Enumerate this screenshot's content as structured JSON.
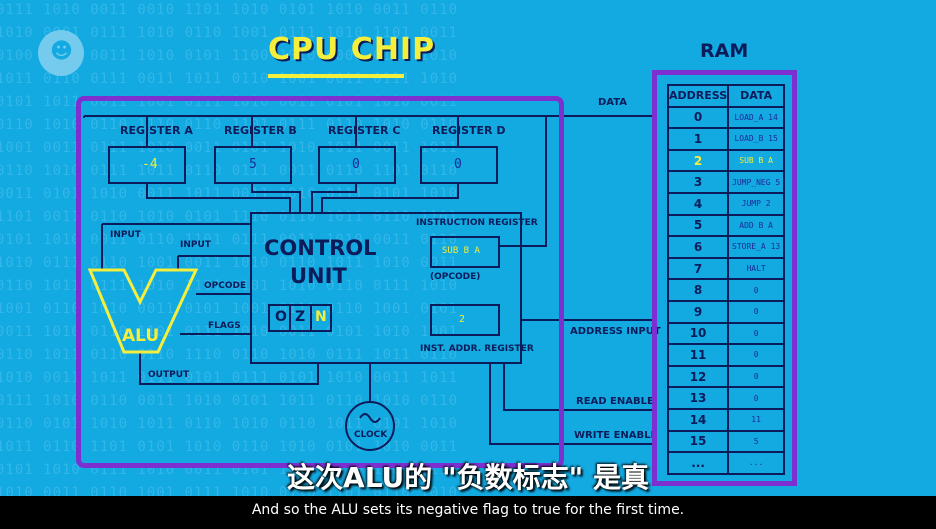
{
  "cpu": {
    "title": "CPU CHIP",
    "registers": [
      {
        "label": "REGISTER A",
        "value": "-4"
      },
      {
        "label": "REGISTER B",
        "value": "5"
      },
      {
        "label": "REGISTER C",
        "value": "0"
      },
      {
        "label": "REGISTER D",
        "value": "0"
      }
    ],
    "control_unit": {
      "label_line1": "CONTROL",
      "label_line2": "UNIT",
      "instruction_register_label": "INSTRUCTION REGISTER",
      "instruction_value": "SUB B A",
      "opcode_label": "(OPCODE)",
      "inst_addr_label": "INST. ADDR. REGISTER",
      "inst_addr_value": "2",
      "flags": [
        "O",
        "Z",
        "N"
      ]
    },
    "alu": {
      "label": "ALU"
    },
    "wires": {
      "input_1": "INPUT",
      "input_2": "INPUT",
      "opcode": "OPCODE",
      "flags": "FLAGS",
      "output": "OUTPUT",
      "data": "DATA",
      "address_input": "ADDRESS INPUT",
      "read_enable": "READ ENABLE",
      "write_enable": "WRITE ENABLE"
    },
    "clock": {
      "label": "CLOCK"
    }
  },
  "ram": {
    "title": "RAM",
    "address_header": "ADDRESS",
    "data_header": "DATA",
    "highlight_index": 2,
    "rows": [
      {
        "address": "0",
        "data": "LOAD_A 14"
      },
      {
        "address": "1",
        "data": "LOAD_B 15"
      },
      {
        "address": "2",
        "data": "SUB B A"
      },
      {
        "address": "3",
        "data": "JUMP_NEG 5"
      },
      {
        "address": "4",
        "data": "JUMP 2"
      },
      {
        "address": "5",
        "data": "ADD B A"
      },
      {
        "address": "6",
        "data": "STORE_A 13"
      },
      {
        "address": "7",
        "data": "HALT"
      },
      {
        "address": "8",
        "data": "0"
      },
      {
        "address": "9",
        "data": "0"
      },
      {
        "address": "10",
        "data": "0"
      },
      {
        "address": "11",
        "data": "0"
      },
      {
        "address": "12",
        "data": "0"
      },
      {
        "address": "13",
        "data": "0"
      },
      {
        "address": "14",
        "data": "11"
      },
      {
        "address": "15",
        "data": "5"
      },
      {
        "address": "...",
        "data": "..."
      }
    ]
  },
  "subtitles": {
    "chinese": "这次ALU的 \"负数标志\" 是真",
    "english": "And so the ALU sets its negative flag to true for the first time."
  },
  "colors": {
    "background": "#13a9e1",
    "wire": "#0c1c5a",
    "chip_border": "#7d2fd0",
    "highlight": "#f4ee3c",
    "value_text": "#1d2a9a"
  },
  "binary_pattern": [
    "0111 1010 0011 0010 1101 1010 0101 1010 0011 0110",
    "1010 0001 0111 1010 0110 1001 0111 1010 1101 0011",
    "0100 1101 0011 1010 0101 1100 1010 0001 0110 1010",
    "1011 0110 0111 0011 1011 0110 1001 0011 0111 1010",
    "0101 1011 0011 1001 0111 1010 0011 0101 1010 0011",
    "0110 1010 0110 1110 0110 1101 0111 0110 1010 0110",
    "1001 0011 0111 1010 0011 0101 1010 1011 0011 1011",
    "0110 1010 0111 1011 0110 0111 0011 0110 1101 0110",
    "0011 0101 1010 0011 1011 0011 1010 0111 0101 1010",
    "1101 0011 0110 1010 0101 1110 0110 1011 0110 1101",
    "0101 1010 0011 0110 1101 0111 0011 1010 0011 0110",
    "1010 0111 0110 1001 0011 1010 0110 1011 1010 0011",
    "0110 1011 0111 1010 1101 0101 1010 0110 0111 1010",
    "1001 0110 1010 0011 0101 1001 0111 0110 1001 0101",
    "0011 1010 0110 1101 0111 1010 0011 0101 1010 1001",
    "0110 1011 0110 0110 1110 0110 1010 0111 1011 0110",
    "1010 0011 1011 0111 0101 0111 0101 1010 0011 1011",
    "0111 1010 0110 0011 1010 0101 1011 0110 1010 0110",
    "0110 0101 1010 1011 0110 1010 0110 1011 0101 1010",
    "1011 0110 1101 0101 1010 0110 1010 0101 1010 0011",
    "0101 1010 0111 1010 0011 0101 1010 0110 1001 0111",
    "1010 0011 0110 1001 0111 1010 0110 1101 0110 1010",
    "0110 1010 0101 1010 0110 1011 0110 1010 0101 1011"
  ]
}
